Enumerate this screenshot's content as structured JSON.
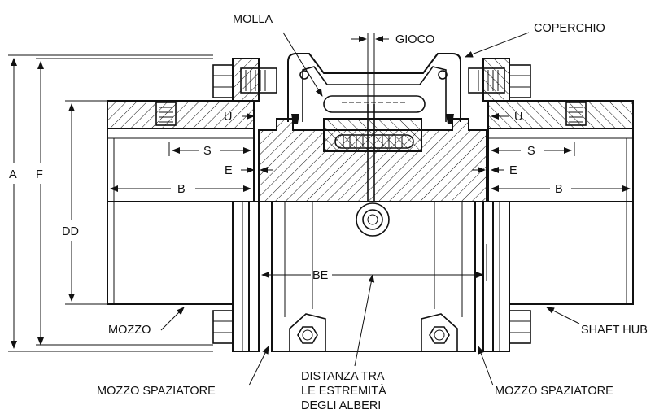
{
  "labels": {
    "molla": "MOLLA",
    "gioco": "GIOCO",
    "coperchio": "COPERCHIO",
    "a": "A",
    "f": "F",
    "dd": "DD",
    "u_left": "U",
    "u_right": "U",
    "s_left": "S",
    "s_right": "S",
    "e_left": "E",
    "e_right": "E",
    "b_left": "B",
    "b_right": "B",
    "be": "BE",
    "mozzo": "MOZZO",
    "shaft_hub": "SHAFT HUB",
    "mozzo_spaziatore_left": "MOZZO SPAZIATORE",
    "mozzo_spaziatore_right": "MOZZO SPAZIATORE",
    "distanza_line1": "DISTANZA TRA",
    "distanza_line2": "LE ESTREMITÀ",
    "distanza_line3": "DEGLI ALBERI"
  },
  "colors": {
    "line": "#111111",
    "background": "#ffffff"
  }
}
